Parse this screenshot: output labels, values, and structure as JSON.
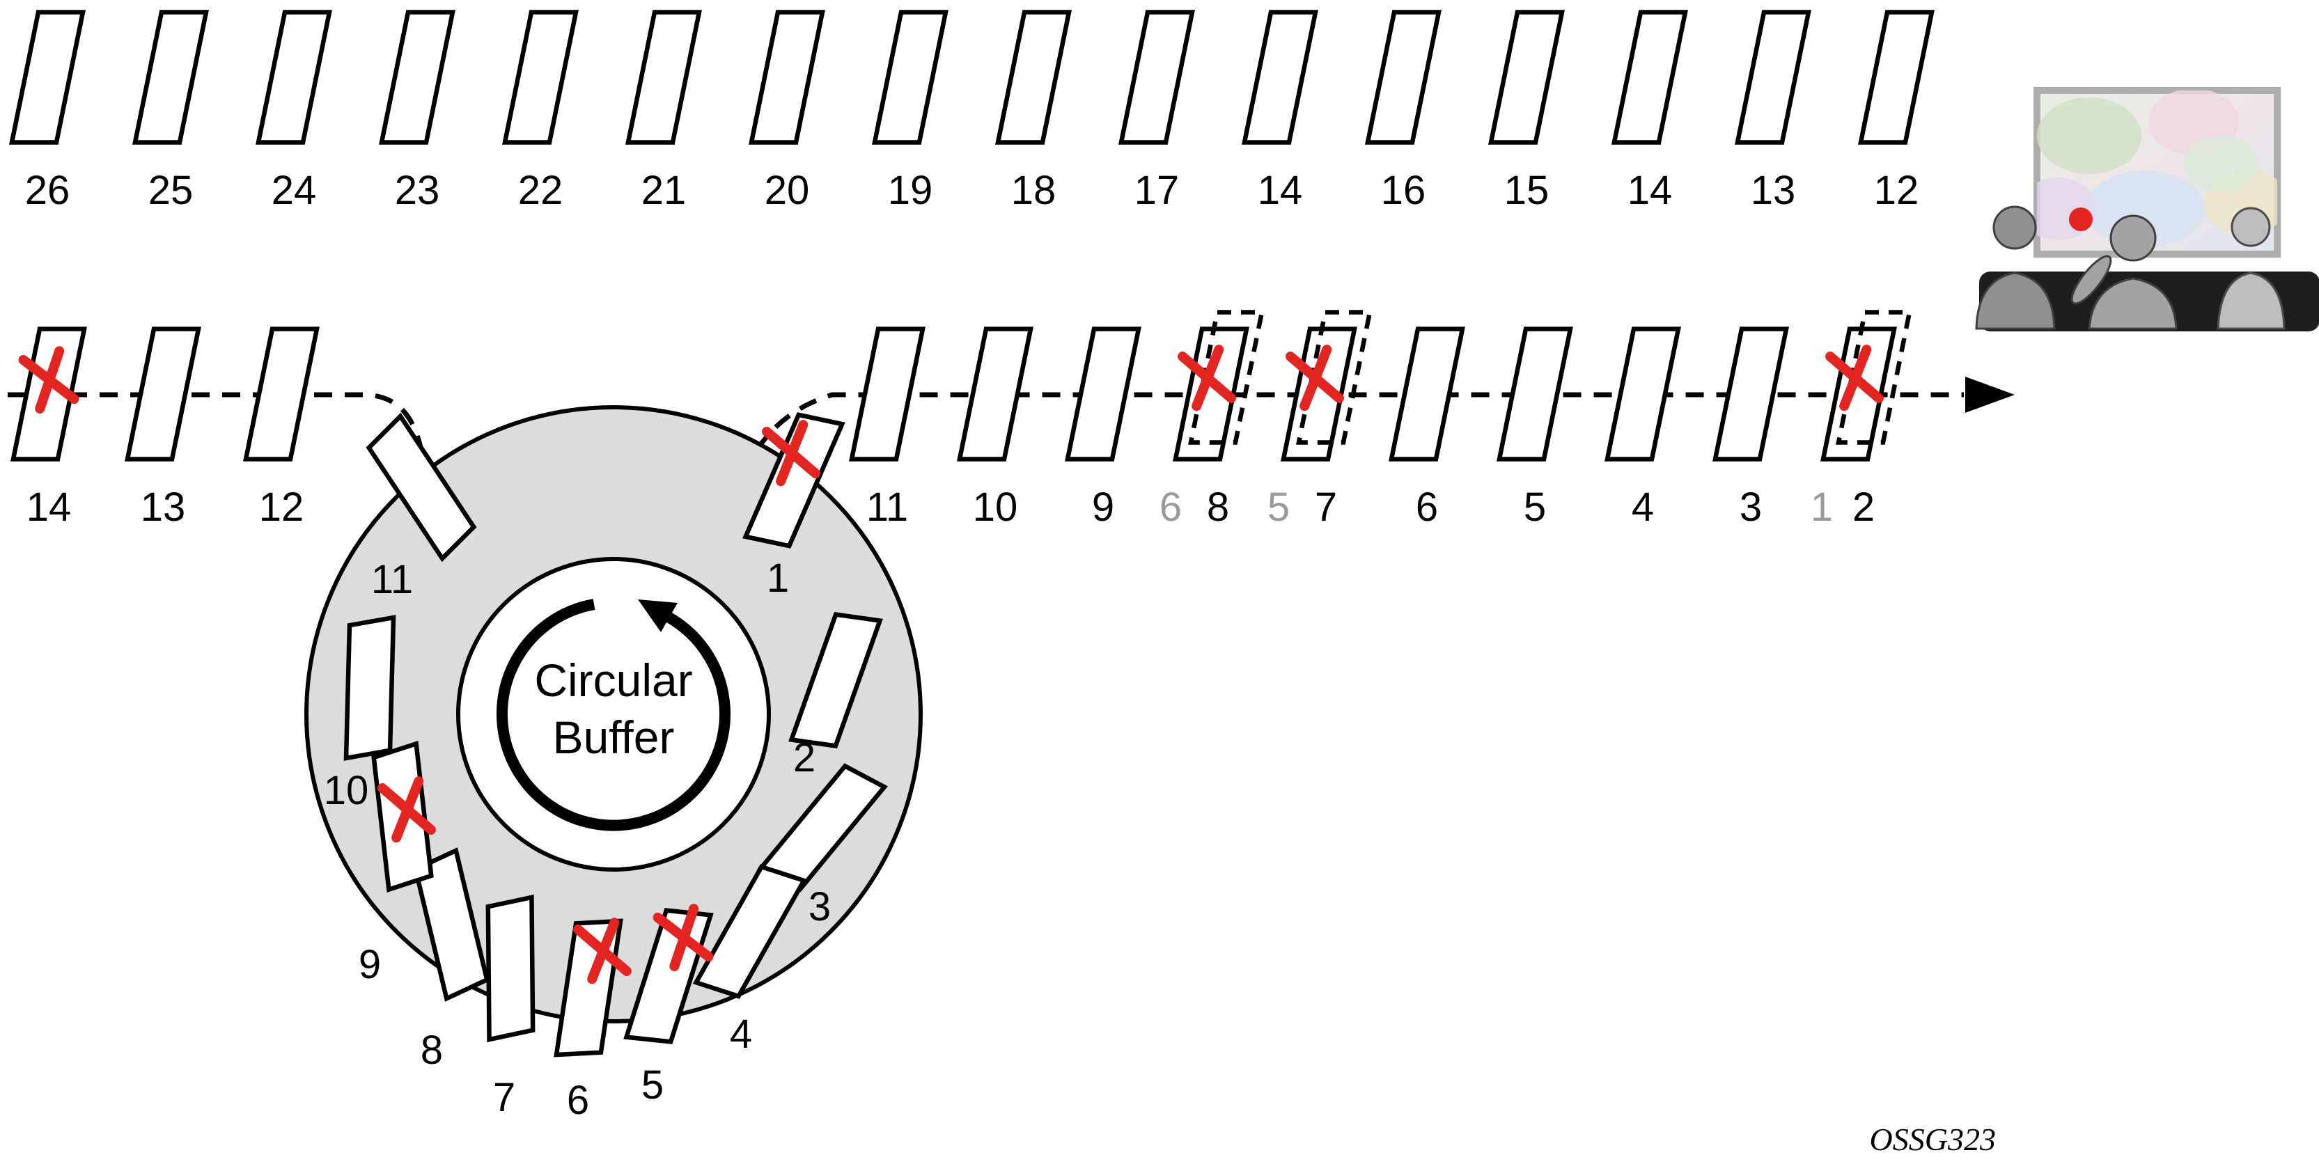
{
  "figure": {
    "id": "OSSG323"
  },
  "buffer": {
    "title_line1": "Circular",
    "title_line2": "Buffer"
  },
  "top_row": {
    "labels": [
      "26",
      "25",
      "24",
      "23",
      "22",
      "21",
      "20",
      "19",
      "18",
      "17",
      "14",
      "16",
      "15",
      "14",
      "13",
      "12"
    ]
  },
  "incoming": {
    "packets": [
      {
        "label": "14",
        "lost": true
      },
      {
        "label": "13",
        "lost": false
      },
      {
        "label": "12",
        "lost": false
      }
    ]
  },
  "ring": {
    "packets": [
      {
        "label": "1",
        "lost": true
      },
      {
        "label": "2",
        "lost": false
      },
      {
        "label": "3",
        "lost": false
      },
      {
        "label": "4",
        "lost": false
      },
      {
        "label": "5",
        "lost": true
      },
      {
        "label": "6",
        "lost": true
      },
      {
        "label": "7",
        "lost": false
      },
      {
        "label": "8",
        "lost": false
      },
      {
        "label": "9",
        "lost": true
      },
      {
        "label": "10",
        "lost": false
      },
      {
        "label": "11",
        "lost": false
      }
    ]
  },
  "outgoing": {
    "packets": [
      {
        "label": "11"
      },
      {
        "label": "10"
      },
      {
        "label": "9"
      },
      {
        "label": "8",
        "lost": true,
        "retx": "6"
      },
      {
        "label": "7",
        "lost": true,
        "retx": "5"
      },
      {
        "label": "6"
      },
      {
        "label": "5"
      },
      {
        "label": "4"
      },
      {
        "label": "3"
      },
      {
        "label": "2",
        "lost": true,
        "retx": "1"
      }
    ]
  },
  "colors": {
    "error_red": "#e32522",
    "buffer_fill": "#dcdcdc",
    "packet_fill": "#ffffff",
    "line_black": "#000000",
    "ghost_label_gray": "#9a9a9a",
    "couch_black": "#1e1e1e",
    "tv_border_gray": "#adadad",
    "red_dot": "#e32522"
  }
}
